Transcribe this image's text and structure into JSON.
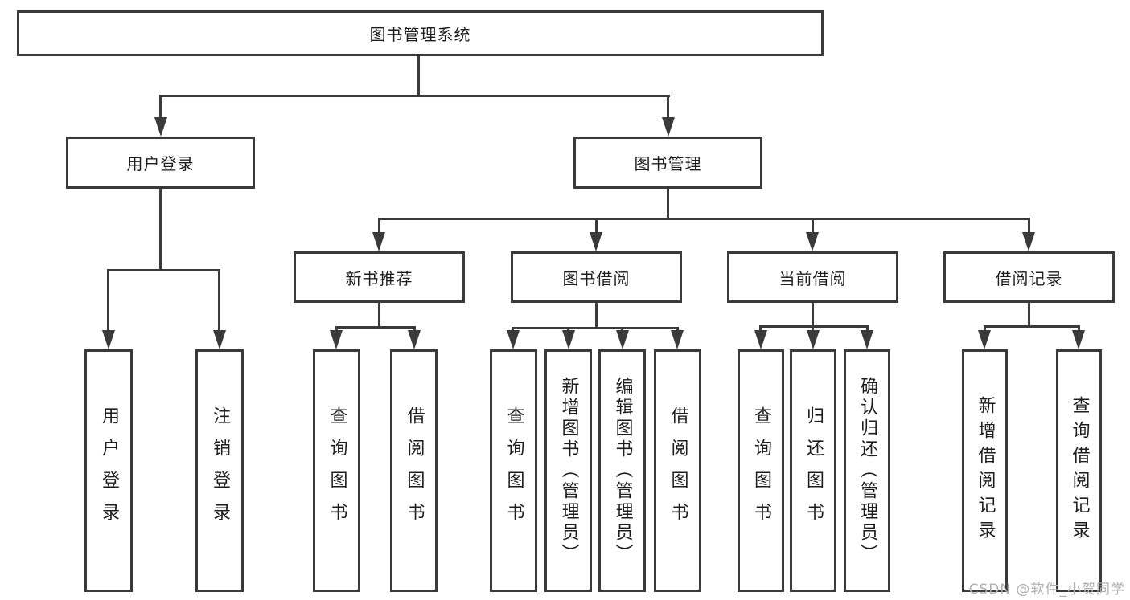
{
  "tree": {
    "label": "图书管理系统",
    "children": [
      {
        "label": "用户登录",
        "children": [
          {
            "label": "用户登录"
          },
          {
            "label": "注销登录"
          }
        ]
      },
      {
        "label": "图书管理",
        "children": [
          {
            "label": "新书推荐",
            "children": [
              {
                "label": "查询图书"
              },
              {
                "label": "借阅图书"
              }
            ]
          },
          {
            "label": "图书借阅",
            "children": [
              {
                "label": "查询图书"
              },
              {
                "label": "新增图书（管理员）"
              },
              {
                "label": "编辑图书（管理员）"
              },
              {
                "label": "借阅图书"
              }
            ]
          },
          {
            "label": "当前借阅",
            "children": [
              {
                "label": "查询图书"
              },
              {
                "label": "归还图书"
              },
              {
                "label": "确认归还（管理员）"
              }
            ]
          },
          {
            "label": "借阅记录",
            "children": [
              {
                "label": "新增借阅记录"
              },
              {
                "label": "查询借阅记录"
              }
            ]
          }
        ]
      }
    ]
  },
  "watermark": {
    "text": "CSDN @软件_小贺同学"
  },
  "colors": {
    "line": "#3a3a3a",
    "box_background": "#ffffff",
    "text": "#1e1e1e",
    "watermark": "#b0b0b0",
    "page_background": "#ffffff"
  }
}
